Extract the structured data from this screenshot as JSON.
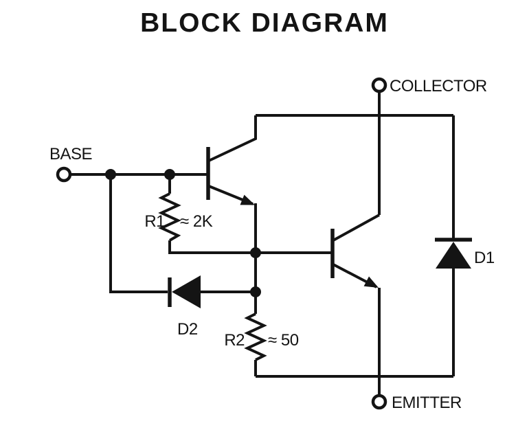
{
  "title": "BLOCK DIAGRAM",
  "terminals": {
    "base": "BASE",
    "collector": "COLLECTOR",
    "emitter": "EMITTER"
  },
  "components": {
    "r1": {
      "label": "R1",
      "value": "≈ 2K"
    },
    "r2": {
      "label": "R2",
      "value": "≈ 50"
    },
    "d1": {
      "label": "D1"
    },
    "d2": {
      "label": "D2"
    }
  },
  "colors": {
    "ink": "#141414",
    "background": "#ffffff"
  }
}
